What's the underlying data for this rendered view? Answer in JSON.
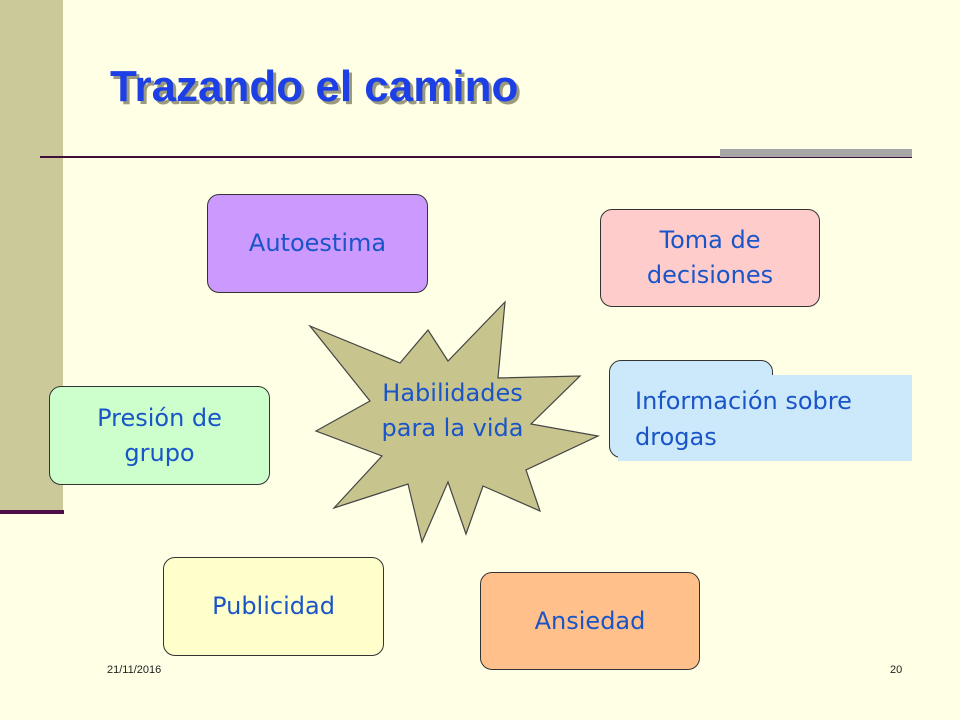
{
  "slide": {
    "title": "Trazando el camino",
    "date": "21/11/2016",
    "page_number": "20"
  },
  "center": {
    "line1": "Habilidades",
    "line2": "para la vida"
  },
  "boxes": {
    "autoestima": {
      "line1": "Autoestima"
    },
    "toma_decisiones": {
      "line1": "Toma de",
      "line2": "decisiones"
    },
    "presion_grupo": {
      "line1": "Presión de",
      "line2": "grupo"
    },
    "informacion": {
      "line1": "Información sobre",
      "line2": "drogas"
    },
    "publicidad": {
      "line1": "Publicidad"
    },
    "ansiedad": {
      "line1": "Ansiedad"
    }
  },
  "colors": {
    "title": "#1d3fe6",
    "text": "#1a55c8",
    "background": "#ffffe5",
    "autoestima": "#cc99ff",
    "toma_decisiones": "#ffcccc",
    "presion_grupo": "#ccffcc",
    "informacion": "#cce9fc",
    "publicidad": "#ffffcc",
    "ansiedad": "#ffc08c",
    "star": "#c8c48e"
  }
}
